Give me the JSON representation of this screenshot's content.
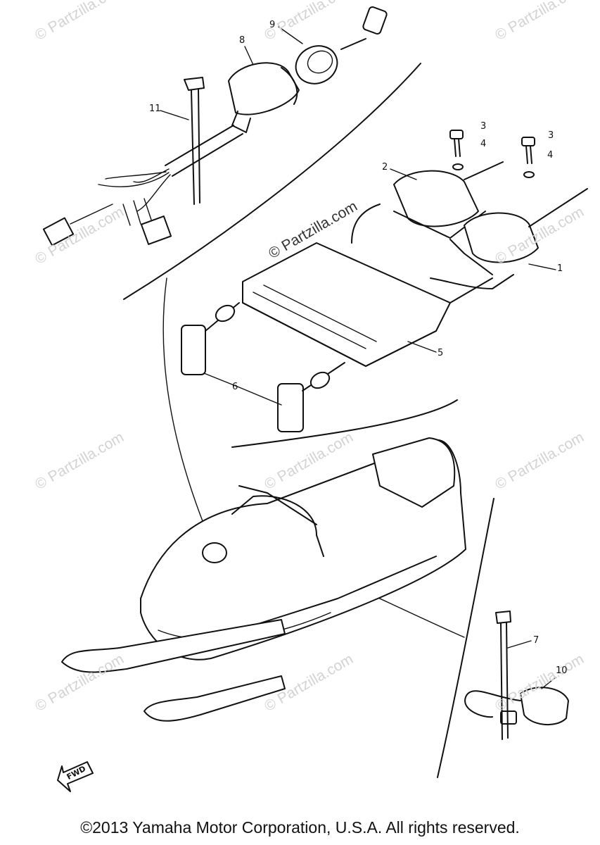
{
  "watermark": {
    "text": "© Partzilla.com"
  },
  "main_watermark": {
    "text": "© Partzilla.com"
  },
  "callouts": {
    "c1": "1",
    "c2": "2",
    "c3a": "3",
    "c3b": "3",
    "c4a": "4",
    "c4b": "4",
    "c5": "5",
    "c6": "6",
    "c7": "7",
    "c8": "8",
    "c9": "9",
    "c10": "10",
    "c11": "11"
  },
  "fwd_label": "FWD",
  "copyright": "©2013 Yamaha Motor Corporation, U.S.A. All rights reserved."
}
